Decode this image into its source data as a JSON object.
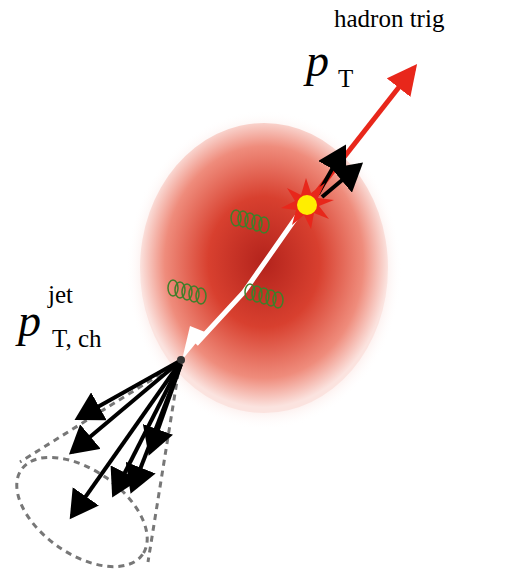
{
  "diagram": {
    "labels": [
      "p",
      "hadron trig",
      "T",
      "p",
      "jet",
      "T, ch"
    ]
  }
}
